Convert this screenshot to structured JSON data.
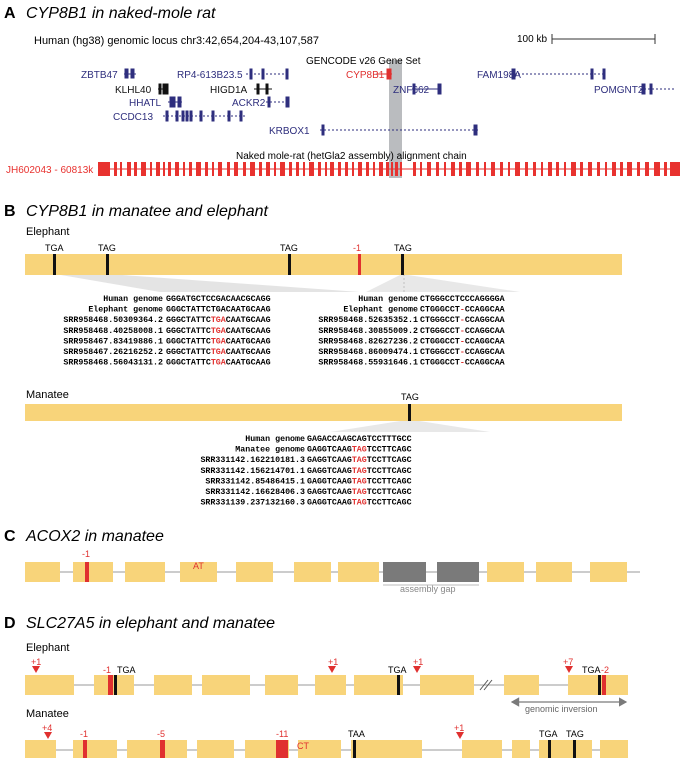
{
  "colors": {
    "exon": "#f8d47a",
    "exon_stroke": "#e3b24a",
    "mutation": "#e0302f",
    "line": "#9a9a9a",
    "gene_blue": "#2e2e7d",
    "chain_red": "#e8322f",
    "gap": "#7a7a7a",
    "highlight": "#aeb0b4"
  },
  "panels": {
    "A": {
      "letter": "A",
      "title": "CYP8B1 in naked-mole rat"
    },
    "B": {
      "letter": "B",
      "title": "CYP8B1 in manatee and elephant"
    },
    "C": {
      "letter": "C",
      "title": "ACOX2 in manatee"
    },
    "D": {
      "letter": "D",
      "title": "SLC27A5 in elephant and manatee"
    }
  },
  "panel_a": {
    "locus": "Human (hg38) genomic locus chr3:42,654,204-43,107,587",
    "scale": "100 kb",
    "gene_set": "GENCODE v26 Gene Set",
    "chain_label": "JH602043 - 60813k",
    "chain_title": "Naked mole-rat (hetGla2 assembly) alignment chain",
    "genes": [
      {
        "name": "ZBTB47",
        "color": "#2e2e7d"
      },
      {
        "name": "KLHL40",
        "color": "#111111"
      },
      {
        "name": "HHATL",
        "color": "#2e2e7d"
      },
      {
        "name": "CCDC13",
        "color": "#2e2e7d"
      },
      {
        "name": "RP4-613B23.5",
        "color": "#2e2e7d"
      },
      {
        "name": "HIGD1A",
        "color": "#111111"
      },
      {
        "name": "ACKR2",
        "color": "#2e2e7d"
      },
      {
        "name": "KRBOX1",
        "color": "#2e2e7d"
      },
      {
        "name": "CYP8B1",
        "color": "#e0302f"
      },
      {
        "name": "ZNF662",
        "color": "#2e2e7d"
      },
      {
        "name": "FAM198A",
        "color": "#2e2e7d"
      },
      {
        "name": "POMGNT2",
        "color": "#2e2e7d"
      }
    ]
  },
  "panel_b": {
    "elephant_label": "Elephant",
    "manatee_label": "Manatee",
    "elephant_marks": [
      "TGA",
      "TAG",
      "TAG",
      "-1",
      "TAG"
    ],
    "manatee_marks": [
      "TAG"
    ],
    "table1": {
      "rows": [
        {
          "label": "Human genome",
          "pre": "GGGATGCTCCGACAACGCAGG",
          "hl": "",
          "post": ""
        },
        {
          "label": "Elephant genome",
          "pre": "GGGCTATTC",
          "hl": "",
          "post": "TGACAATGCAAG"
        },
        {
          "label": "SRR958468.50309364.2",
          "pre": "GGGCTATTC",
          "hl": "TGA",
          "post": "CAATGCAAG"
        },
        {
          "label": "SRR958468.40258008.1",
          "pre": "GGGCTATTC",
          "hl": "TGA",
          "post": "CAATGCAAG"
        },
        {
          "label": "SRR958467.83419886.1",
          "pre": "GGGCTATTC",
          "hl": "TGA",
          "post": "CAATGCAAG"
        },
        {
          "label": "SRR958467.26216252.2",
          "pre": "GGGCTATTC",
          "hl": "TGA",
          "post": "CAATGCAAG"
        },
        {
          "label": "SRR958468.56043131.2",
          "pre": "GGGCTATTC",
          "hl": "TGA",
          "post": "CAATGCAAG"
        }
      ]
    },
    "table2": {
      "rows": [
        {
          "label": "Human genome",
          "pre": "CTGGGCCTCCCAGGGGA",
          "hl": "",
          "post": ""
        },
        {
          "label": "Elephant genome",
          "pre": "CTGGGCCT",
          "hl": "-",
          "post": "CCAGGCAA"
        },
        {
          "label": "SRR958468.52635352.1",
          "pre": "CTGGGCCT",
          "hl": "-",
          "post": "CCAGGCAA"
        },
        {
          "label": "SRR958468.30855009.2",
          "pre": "CTGGGCCT",
          "hl": "-",
          "post": "CCAGGCAA"
        },
        {
          "label": "SRR958468.82627236.2",
          "pre": "CTGGGCCT",
          "hl": "-",
          "post": "CCAGGCAA"
        },
        {
          "label": "SRR958468.86009474.1",
          "pre": "CTGGGCCT",
          "hl": "-",
          "post": "CCAGGCAA"
        },
        {
          "label": "SRR958468.55931646.1",
          "pre": "CTGGGCCT",
          "hl": "-",
          "post": "CCAGGCAA"
        }
      ]
    },
    "table3": {
      "rows": [
        {
          "label": "Human genome",
          "pre": "GAGACCAAGCAGTCCTTTGCC",
          "hl": "",
          "post": ""
        },
        {
          "label": "Manatee genome",
          "pre": "GAGGTCAAG",
          "hl": "TAG",
          "post": "TCCTTCAGC"
        },
        {
          "label": "SRR331142.162210181.3",
          "pre": "GAGGTCAAG",
          "hl": "TAG",
          "post": "TCCTTCAGC"
        },
        {
          "label": "SRR331142.156214701.1",
          "pre": "GAGGTCAAG",
          "hl": "TAG",
          "post": "TCCTTCAGC"
        },
        {
          "label": "SRR331142.85486415.1",
          "pre": "GAGGTCAAG",
          "hl": "TAG",
          "post": "TCCTTCAGC"
        },
        {
          "label": "SRR331142.16628406.3",
          "pre": "GAGGTCAAG",
          "hl": "TAG",
          "post": "TCCTTCAGC"
        },
        {
          "label": "SRR331139.237132160.3",
          "pre": "GAGGTCAAG",
          "hl": "TAG",
          "post": "TCCTTCAGC"
        }
      ]
    }
  },
  "panel_c": {
    "marks": [
      "-1",
      "AT"
    ],
    "gap_label": "assembly gap"
  },
  "panel_d": {
    "elephant_label": "Elephant",
    "manatee_label": "Manatee",
    "elephant_marks": [
      "+1",
      "-1",
      "TGA",
      "+1",
      "TGA",
      "+1",
      "+7",
      "TGA",
      "-2"
    ],
    "manatee_marks": [
      "+4",
      "-1",
      "-5",
      "-11",
      "CT",
      "TAA",
      "+1",
      "TGA",
      "TAG"
    ],
    "inversion_label": "genomic inversion"
  }
}
